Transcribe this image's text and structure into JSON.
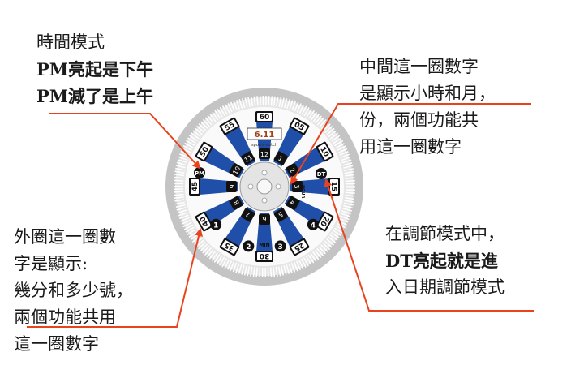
{
  "annotations": {
    "time_mode": [
      "時間模式",
      "PM亮起是下午",
      "PM減了是上午"
    ],
    "middle_ring": [
      "中間這一圈數字",
      "是顯示小時和月，",
      "份，兩個功能共",
      "用這一圈數字"
    ],
    "outer_ring": [
      "外圈這一圈數",
      "字是顯示:",
      "幾分和多少號，",
      "兩個功能共用",
      "這一圈數字"
    ],
    "date_mode": [
      "在調節模式中，",
      "DT亮起就是進",
      "入日期調節模式"
    ]
  },
  "watch": {
    "brand": "6.11",
    "brand_sub": "sports watch",
    "minute_labels": [
      "60",
      "05",
      "10",
      "15",
      "20",
      "25",
      "30",
      "35",
      "40",
      "45",
      "50",
      "55"
    ],
    "hour_labels": [
      "12",
      "1",
      "2",
      "3",
      "4",
      "5",
      "6",
      "7",
      "8",
      "9",
      "10",
      "11"
    ],
    "dot_labels": [
      "1",
      "2",
      "3",
      "4"
    ],
    "pm_label": "PM",
    "dt_label": "DT",
    "hour_marker": "HOUR",
    "min_marker": "MIN"
  },
  "colors": {
    "spoke": "#1f4fa8",
    "arrow": "#e8431e",
    "ring": "#bdbdbd"
  }
}
